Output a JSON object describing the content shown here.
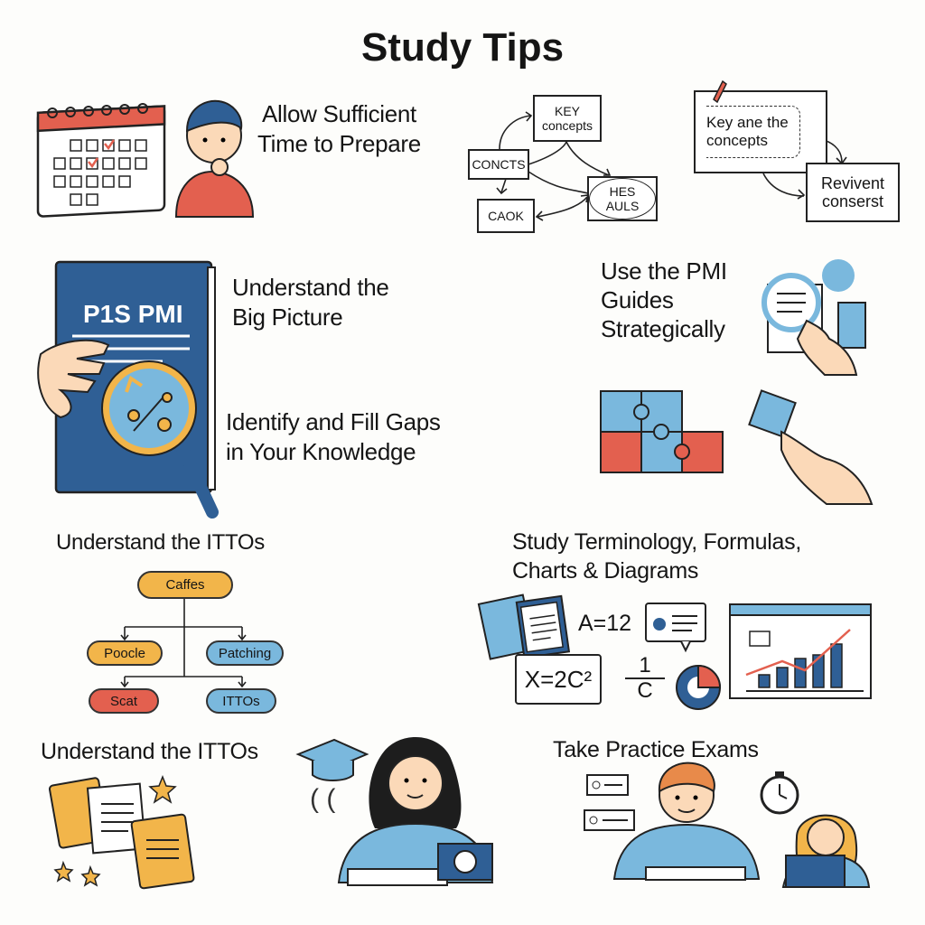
{
  "title": "Study Tips",
  "tips": {
    "time": [
      "Allow Sufficient",
      "Time to Prepare"
    ],
    "big_picture": [
      "Understand the",
      "Big Picture"
    ],
    "gaps": [
      "Identify and Fill Gaps",
      "in Your Knowledge"
    ],
    "pmi": [
      "Use the PMI",
      "Guides",
      "Strategically"
    ],
    "ittos": "Understand the ITTOs",
    "terminology": [
      "Study Terminology, Formulas,",
      "Charts & Diagrams"
    ],
    "ittos2": "Understand the ITTOs",
    "exams": "Take Practice Exams"
  },
  "concept_map": {
    "key": [
      "KEY",
      "concepts"
    ],
    "concts": "CONCTS",
    "caok": "CAOK",
    "hes": "HES AULS"
  },
  "notes": {
    "card": [
      "Key ane the",
      "concepts"
    ],
    "revivent": [
      "Revivent",
      "conserst"
    ]
  },
  "book_label": "P1S PMI",
  "itto_tree": {
    "root": "Caffes",
    "left1": "Poocle",
    "right1": "Patching",
    "left2": "Scat",
    "right2": "ITTOs"
  },
  "formulas": {
    "a": "A=12",
    "x": "X=2C²",
    "num": "1",
    "den": "C"
  },
  "misc": {
    "parens": "( ("
  },
  "colors": {
    "orange": "#f2b54a",
    "blue": "#7ab8dd",
    "red": "#e3604f",
    "navy": "#2f5f95"
  }
}
